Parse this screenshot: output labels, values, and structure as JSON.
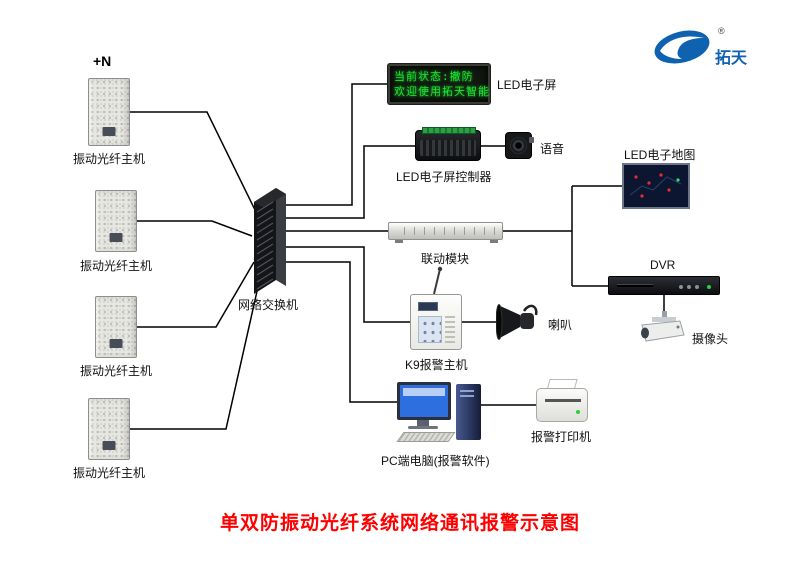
{
  "page": {
    "title": "单双防振动光纤系统网络通讯报警示意图",
    "plus_n": "+N",
    "title_color": "#fe0000",
    "wire_color": "#000000",
    "background": "#ffffff"
  },
  "logo": {
    "brand": "拓天",
    "registered": "®",
    "color": "#0f62b0"
  },
  "led_screen": {
    "label": "LED电子屏",
    "line1": "当前状态:撤防",
    "line2": "欢迎使用拓天智能",
    "text_color": "#1ae52e"
  },
  "devices": {
    "fiber_hosts": [
      {
        "label": "振动光纤主机"
      },
      {
        "label": "振动光纤主机"
      },
      {
        "label": "振动光纤主机"
      },
      {
        "label": "振动光纤主机"
      }
    ],
    "switch": {
      "label": "网络交换机"
    },
    "led_controller": {
      "label": "LED电子屏控制器"
    },
    "voice": {
      "label": "语音"
    },
    "linkage_module": {
      "label": "联动模块"
    },
    "led_map": {
      "label": "LED电子地图"
    },
    "dvr": {
      "label": "DVR"
    },
    "camera": {
      "label": "摄像头"
    },
    "horn": {
      "label": "喇叭"
    },
    "k9_host": {
      "label": "K9报警主机"
    },
    "pc": {
      "label": "PC端电脑(报警软件)"
    },
    "printer": {
      "label": "报警打印机"
    }
  }
}
